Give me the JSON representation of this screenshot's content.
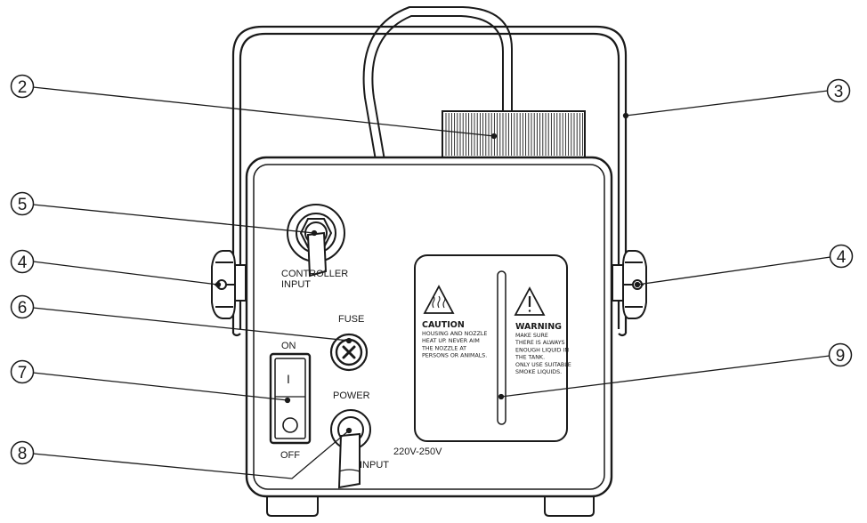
{
  "callouts": [
    {
      "id": "2",
      "label": "2"
    },
    {
      "id": "3",
      "label": "3"
    },
    {
      "id": "4l",
      "label": "4"
    },
    {
      "id": "4r",
      "label": "4"
    },
    {
      "id": "5",
      "label": "5"
    },
    {
      "id": "6",
      "label": "6"
    },
    {
      "id": "7",
      "label": "7"
    },
    {
      "id": "8",
      "label": "8"
    },
    {
      "id": "9",
      "label": "9"
    }
  ],
  "panel": {
    "controller_label_line1": "CONTROLLER",
    "controller_label_line2": "INPUT",
    "fuse_label": "FUSE",
    "on_label": "ON",
    "off_label": "OFF",
    "switch_on_symbol": "I",
    "power_label": "POWER",
    "power_sub_label": "INPUT",
    "voltage_label": "220V-250V"
  },
  "caution": {
    "title": "CAUTION",
    "lines": [
      "HOUSING AND NOZZLE",
      "HEAT UP. NEVER AIM",
      "THE NOZZLE AT",
      "PERSONS OR ANIMALS."
    ]
  },
  "warning": {
    "title": "WARNING",
    "lines": [
      "MAKE SURE",
      "THERE IS ALWAYS",
      "ENOUGH LIQUID IN",
      "THE TANK.",
      "ONLY USE SUITABLE",
      "SMOKE LIQUIDS."
    ]
  },
  "colors": {
    "line": "#1a1a1a",
    "fill": "#ffffff"
  }
}
